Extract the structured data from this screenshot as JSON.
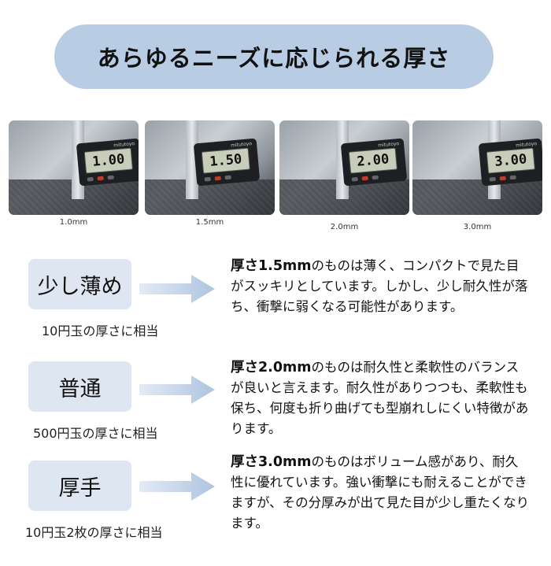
{
  "banner": {
    "title": "あらゆるニーズに応じられる厚さ"
  },
  "photos": [
    {
      "display": "1.00",
      "caption": "1.0mm",
      "brand": "mitutoyo"
    },
    {
      "display": "1.50",
      "caption": "1.5mm",
      "brand": "mitutoyo"
    },
    {
      "display": "2.00",
      "caption": "2.0mm",
      "brand": "mitutoyo"
    },
    {
      "display": "3.00",
      "caption": "3.0mm",
      "brand": "mitutoyo"
    }
  ],
  "rows": [
    {
      "label": "少し薄め",
      "equivalent": "10円玉の厚さに相当",
      "lead": "厚さ1.5mm",
      "text": "のものは薄く、コンパクトで見た目がスッキリとしています。しかし、少し耐久性が落ち、衝撃に弱くなる可能性があります。"
    },
    {
      "label": "普通",
      "equivalent": "500円玉の厚さに相当",
      "lead": "厚さ2.0mm",
      "text": "のものは耐久性と柔軟性のバランスが良いと言えます。耐久性がありつつも、柔軟性も保ち、何度も折り曲げても型崩れしにくい特徴があります。"
    },
    {
      "label": "厚手",
      "equivalent": "10円玉2枚の厚さに相当",
      "lead": "厚さ3.0mm",
      "text": "のものはボリューム感があり、耐久性に優れています。強い衝撃にも耐えることができますが、その分厚みが出て見た目が少し重たくなります。"
    }
  ],
  "colors": {
    "banner": "#b8cce4",
    "pill": "#dde6f1",
    "arrow": "#aec4df"
  }
}
